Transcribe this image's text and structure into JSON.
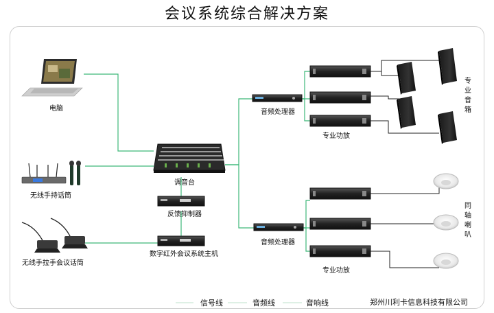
{
  "title": "会议系统综合解决方案",
  "labels": {
    "computer": "电脑",
    "wireless_handheld": "无线手持话筒",
    "gooseneck": "无线手拉手会议话筒",
    "mixer": "调音台",
    "feedback": "反馈抑制器",
    "ir_host": "数字红外会议系统主机",
    "processor_top": "音频处理器",
    "processor_bottom": "音频处理器",
    "amp_top": "专业功放",
    "amp_bottom": "专业功放",
    "pro_speaker": "专业音箱",
    "ceiling_speaker": "同轴喇叭"
  },
  "legend": {
    "signal": "信号线",
    "audio": "音频线",
    "speaker": "音响线"
  },
  "company": "郑州川利卡信息科技有限公司",
  "colors": {
    "signal_line": "#3cb878",
    "speaker_line": "#222222",
    "legend_line": "#c9e8d5"
  }
}
